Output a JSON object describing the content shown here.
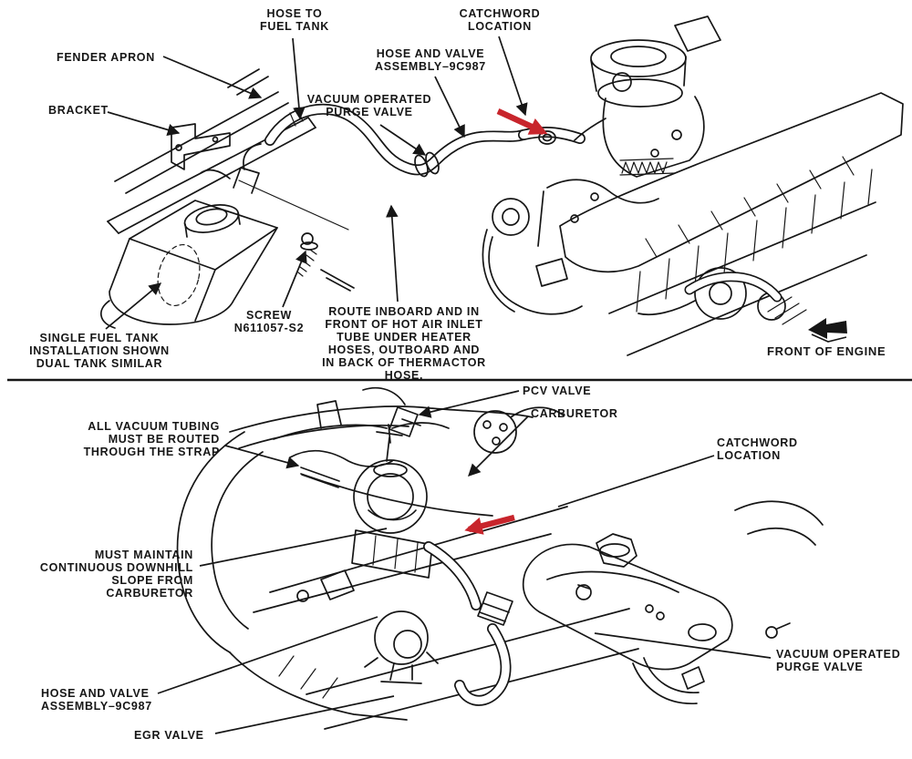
{
  "colors": {
    "ink": "#161616",
    "highlight_red": "#c8252c",
    "background": "#ffffff"
  },
  "top_view": {
    "labels": {
      "fender_apron": "FENDER APRON",
      "bracket": "BRACKET",
      "hose_to_fuel_tank": "HOSE TO\nFUEL TANK",
      "catchword_location": "CATCHWORD\nLOCATION",
      "hose_valve_assembly": "HOSE AND VALVE\nASSEMBLY–9C987",
      "vacuum_purge_valve": "VACUUM OPERATED\nPURGE VALVE",
      "screw": "SCREW\nN611057-S2",
      "single_fuel_tank_note": "SINGLE FUEL TANK\nINSTALLATION SHOWN\nDUAL TANK SIMILAR",
      "route_note": "ROUTE INBOARD AND IN\nFRONT OF HOT AIR INLET\nTUBE UNDER HEATER\nHOSES, OUTBOARD AND\nIN BACK OF THERMACTOR HOSE.",
      "front_of_engine": "FRONT OF ENGINE"
    }
  },
  "bottom_view": {
    "labels": {
      "pcv_valve": "PCV VALVE",
      "carburetor": "CARBURETOR",
      "vacuum_tubing_note": "ALL VACUUM TUBING\nMUST BE ROUTED\nTHROUGH THE STRAP",
      "catchword_location": "CATCHWORD\nLOCATION",
      "downhill_note": "MUST MAINTAIN\nCONTINUOUS DOWNHILL\nSLOPE FROM CARBURETOR",
      "hose_valve_assembly": "HOSE AND VALVE\nASSEMBLY–9C987",
      "egr_valve": "EGR VALVE",
      "vacuum_purge_valve": "VACUUM OPERATED\nPURGE VALVE"
    }
  }
}
